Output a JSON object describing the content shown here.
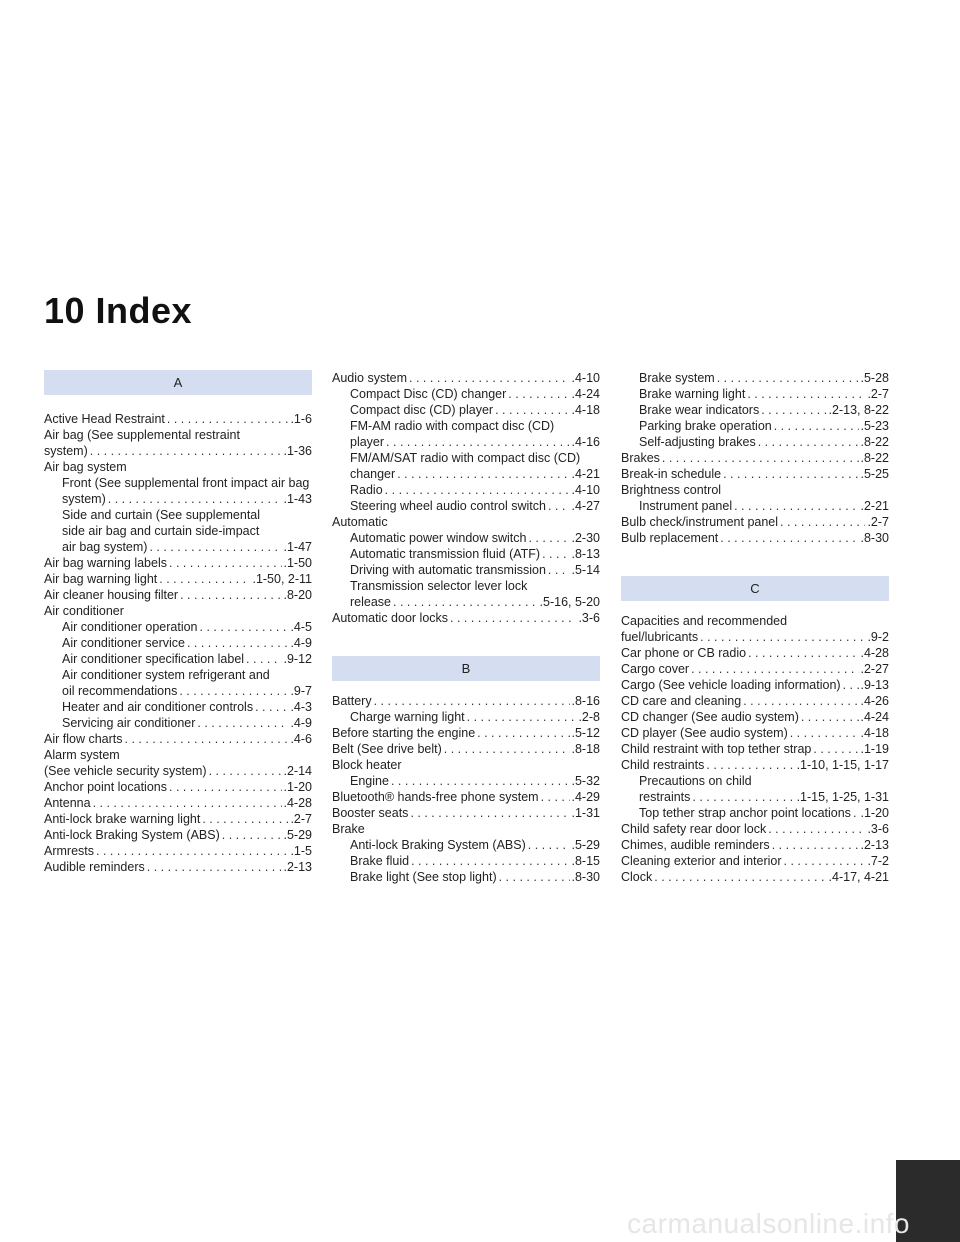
{
  "title": "10 Index",
  "sections": {
    "A": {
      "letter": "A",
      "entries": [
        {
          "text": "Active Head Restraint",
          "page": ".1-6"
        },
        {
          "text": "Air bag (See supplemental restraint",
          "page": ""
        },
        {
          "text": "system)",
          "page": ".1-36"
        },
        {
          "text": "Air bag system",
          "page": ""
        },
        {
          "text": "Front (See supplemental front impact air bag",
          "page": "",
          "indent": true
        },
        {
          "text": "system)",
          "page": ".1-43",
          "indent": true
        },
        {
          "text": "Side and curtain (See supplemental",
          "page": "",
          "indent": true
        },
        {
          "text": "side air bag and curtain side-impact",
          "page": "",
          "indent": true
        },
        {
          "text": "air bag system)",
          "page": ".1-47",
          "indent": true
        },
        {
          "text": "Air bag warning labels",
          "page": ".1-50"
        },
        {
          "text": "Air bag warning light",
          "page": ".1-50, 2-11"
        },
        {
          "text": "Air cleaner housing filter",
          "page": ".8-20"
        },
        {
          "text": "Air conditioner",
          "page": ""
        },
        {
          "text": "Air conditioner operation",
          "page": ".4-5",
          "indent": true
        },
        {
          "text": "Air conditioner service",
          "page": ".4-9",
          "indent": true
        },
        {
          "text": "Air conditioner specification label",
          "page": ".9-12",
          "indent": true
        },
        {
          "text": "Air conditioner system refrigerant and",
          "page": "",
          "indent": true
        },
        {
          "text": "oil recommendations",
          "page": ".9-7",
          "indent": true
        },
        {
          "text": "Heater and air conditioner controls",
          "page": ".4-3",
          "indent": true
        },
        {
          "text": "Servicing air conditioner",
          "page": ".4-9",
          "indent": true
        },
        {
          "text": "Air flow charts",
          "page": ".4-6"
        },
        {
          "text": "Alarm system",
          "page": ""
        },
        {
          "text": "(See vehicle security system)",
          "page": ".2-14"
        },
        {
          "text": "Anchor point locations",
          "page": ".1-20"
        },
        {
          "text": "Antenna",
          "page": ".4-28"
        },
        {
          "text": "Anti-lock brake warning light",
          "page": ".2-7"
        },
        {
          "text": "Anti-lock Braking System (ABS)",
          "page": ".5-29"
        },
        {
          "text": "Armrests",
          "page": ".1-5"
        },
        {
          "text": "Audible reminders",
          "page": ".2-13"
        },
        {
          "text": "Audio system",
          "page": ".4-10"
        },
        {
          "text": "Compact Disc (CD) changer",
          "page": ".4-24",
          "indent": true
        },
        {
          "text": "Compact disc (CD) player",
          "page": ".4-18",
          "indent": true
        },
        {
          "text": "FM-AM radio with compact disc (CD)",
          "page": "",
          "indent": true
        },
        {
          "text": "player",
          "page": ".4-16",
          "indent": true
        },
        {
          "text": "FM/AM/SAT radio with compact disc (CD)",
          "page": "",
          "indent": true
        },
        {
          "text": "changer",
          "page": ".4-21",
          "indent": true
        },
        {
          "text": "Radio",
          "page": ".4-10",
          "indent": true
        },
        {
          "text": "Steering wheel audio control switch",
          "page": ".4-27",
          "indent": true
        },
        {
          "text": "Automatic",
          "page": ""
        },
        {
          "text": "Automatic power window switch",
          "page": ".2-30",
          "indent": true
        },
        {
          "text": "Automatic transmission fluid (ATF)",
          "page": ".8-13",
          "indent": true
        },
        {
          "text": "Driving with automatic transmission",
          "page": ".5-14",
          "indent": true
        },
        {
          "text": "Transmission selector lever lock",
          "page": "",
          "indent": true
        },
        {
          "text": "release",
          "page": ".5-16, 5-20",
          "indent": true
        },
        {
          "text": "Automatic door locks",
          "page": ".3-6"
        }
      ]
    },
    "B": {
      "letter": "B",
      "entries": [
        {
          "text": "Battery",
          "page": ".8-16"
        },
        {
          "text": "Charge warning light",
          "page": ".2-8",
          "indent": true
        },
        {
          "text": "Before starting the engine",
          "page": ".5-12"
        },
        {
          "text": "Belt (See drive belt)",
          "page": ".8-18"
        },
        {
          "text": "Block heater",
          "page": ""
        },
        {
          "text": "Engine",
          "page": ".5-32",
          "indent": true
        },
        {
          "text": "Bluetooth® hands-free phone system",
          "page": ".4-29"
        },
        {
          "text": "Booster seats",
          "page": ".1-31"
        },
        {
          "text": "Brake",
          "page": ""
        },
        {
          "text": "Anti-lock Braking System (ABS)",
          "page": ".5-29",
          "indent": true
        },
        {
          "text": "Brake fluid",
          "page": ".8-15",
          "indent": true
        },
        {
          "text": "Brake light (See stop light)",
          "page": ".8-30",
          "indent": true
        },
        {
          "text": "Brake system",
          "page": ".5-28",
          "indent": true
        },
        {
          "text": "Brake warning light",
          "page": ".2-7",
          "indent": true
        },
        {
          "text": "Brake wear indicators",
          "page": ".2-13, 8-22",
          "indent": true
        },
        {
          "text": "Parking brake operation",
          "page": ".5-23",
          "indent": true
        },
        {
          "text": "Self-adjusting brakes",
          "page": ".8-22",
          "indent": true
        },
        {
          "text": "Brakes",
          "page": ".8-22"
        },
        {
          "text": "Break-in schedule",
          "page": ".5-25"
        },
        {
          "text": "Brightness control",
          "page": ""
        },
        {
          "text": "Instrument panel",
          "page": ".2-21",
          "indent": true
        },
        {
          "text": "Bulb check/instrument panel",
          "page": ".2-7"
        },
        {
          "text": "Bulb replacement",
          "page": ".8-30"
        }
      ]
    },
    "C": {
      "letter": "C",
      "entries": [
        {
          "text": "Capacities and recommended",
          "page": ""
        },
        {
          "text": "fuel/lubricants",
          "page": ".9-2"
        },
        {
          "text": "Car phone or CB radio",
          "page": ".4-28"
        },
        {
          "text": "Cargo cover",
          "page": ".2-27"
        },
        {
          "text": "Cargo (See vehicle loading information)",
          "page": ".9-13"
        },
        {
          "text": "CD care and cleaning",
          "page": ".4-26"
        },
        {
          "text": "CD changer (See audio system)",
          "page": ".4-24"
        },
        {
          "text": "CD player (See audio system)",
          "page": ".4-18"
        },
        {
          "text": "Child restraint with top tether strap",
          "page": ".1-19"
        },
        {
          "text": "Child restraints",
          "page": ".1-10, 1-15, 1-17"
        },
        {
          "text": "Precautions on child",
          "page": "",
          "indent": true
        },
        {
          "text": "restraints",
          "page": ".1-15, 1-25, 1-31",
          "indent": true
        },
        {
          "text": "Top tether strap anchor point locations",
          "page": ".1-20",
          "indent": true
        },
        {
          "text": "Child safety rear door lock",
          "page": ".3-6"
        },
        {
          "text": "Chimes, audible reminders",
          "page": ".2-13"
        },
        {
          "text": "Cleaning exterior and interior",
          "page": ".7-2"
        },
        {
          "text": "Clock",
          "page": ".4-17, 4-21"
        }
      ]
    }
  },
  "footer": "carmanualsonline.info",
  "colors": {
    "band": "#d4def0",
    "tab": "#2b2b2b"
  }
}
